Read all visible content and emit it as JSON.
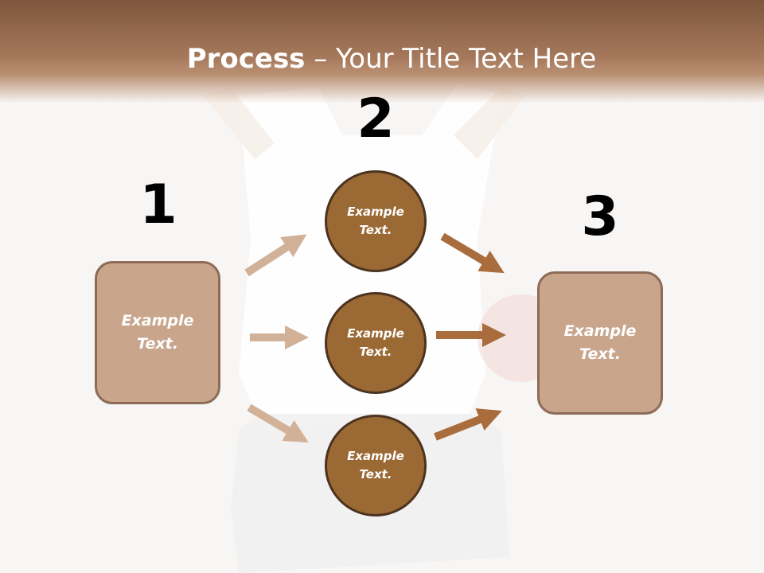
{
  "slide": {
    "title_bold": "Process",
    "title_rest": " – Your Title Text Here"
  },
  "steps": [
    {
      "number": "1"
    },
    {
      "number": "2"
    },
    {
      "number": "3"
    }
  ],
  "left_box": {
    "line1": "Example",
    "line2": "Text."
  },
  "circles": [
    {
      "line1": "Example",
      "line2": "Text."
    },
    {
      "line1": "Example",
      "line2": "Text."
    },
    {
      "line1": "Example",
      "line2": "Text."
    }
  ],
  "right_box": {
    "line1": "Example",
    "line2": "Text."
  },
  "colors": {
    "header": "#8f6547",
    "box_fill": "#c9a58c",
    "box_border": "#8d6b56",
    "circle_fill": "#9b6934",
    "circle_border": "#4c3320",
    "arrow_light": "#d2b199",
    "arrow_dark": "#a96c3c"
  }
}
